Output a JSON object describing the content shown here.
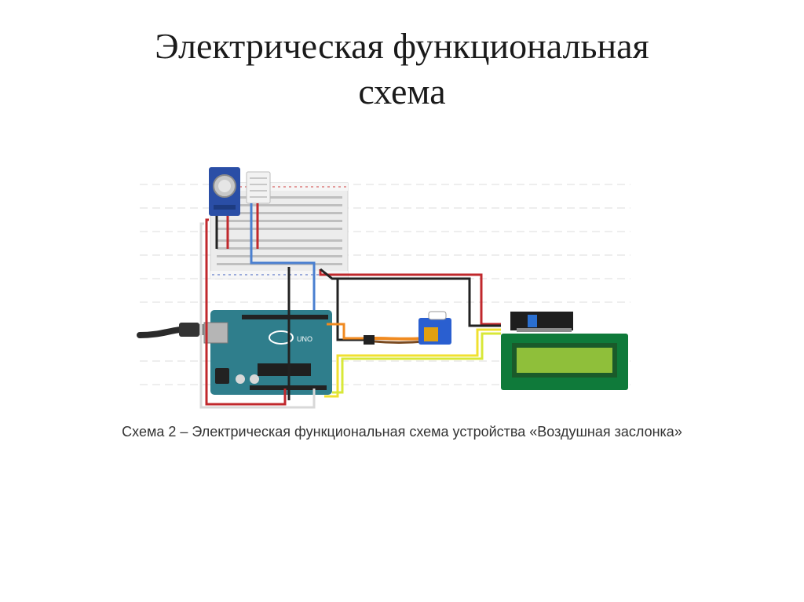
{
  "slide": {
    "title_line1": "Электрическая функциональная",
    "title_line2": "схема",
    "caption": "Схема 2 – Электрическая функциональная схема устройства «Воздушная заслонка»"
  },
  "diagram": {
    "components": [
      "usb-cable",
      "arduino-uno",
      "breadboard",
      "gas-sensor-module",
      "dht-sensor",
      "servo-motor",
      "i2c-adapter",
      "lcd-display"
    ],
    "arduino_logo_text": "UNO",
    "colors": {
      "arduino_board": "#2f7e8c",
      "breadboard": "#eeeeee",
      "sensor_module": "#2a4ea6",
      "servo_body": "#2a5fd0",
      "lcd_frame": "#0f7a3a",
      "lcd_screen": "#8fbf3a",
      "wire_red": "#c0282c",
      "wire_black": "#222222",
      "wire_blue": "#4a7fd0",
      "wire_yellow": "#f0e030",
      "wire_orange": "#f08a20"
    }
  }
}
